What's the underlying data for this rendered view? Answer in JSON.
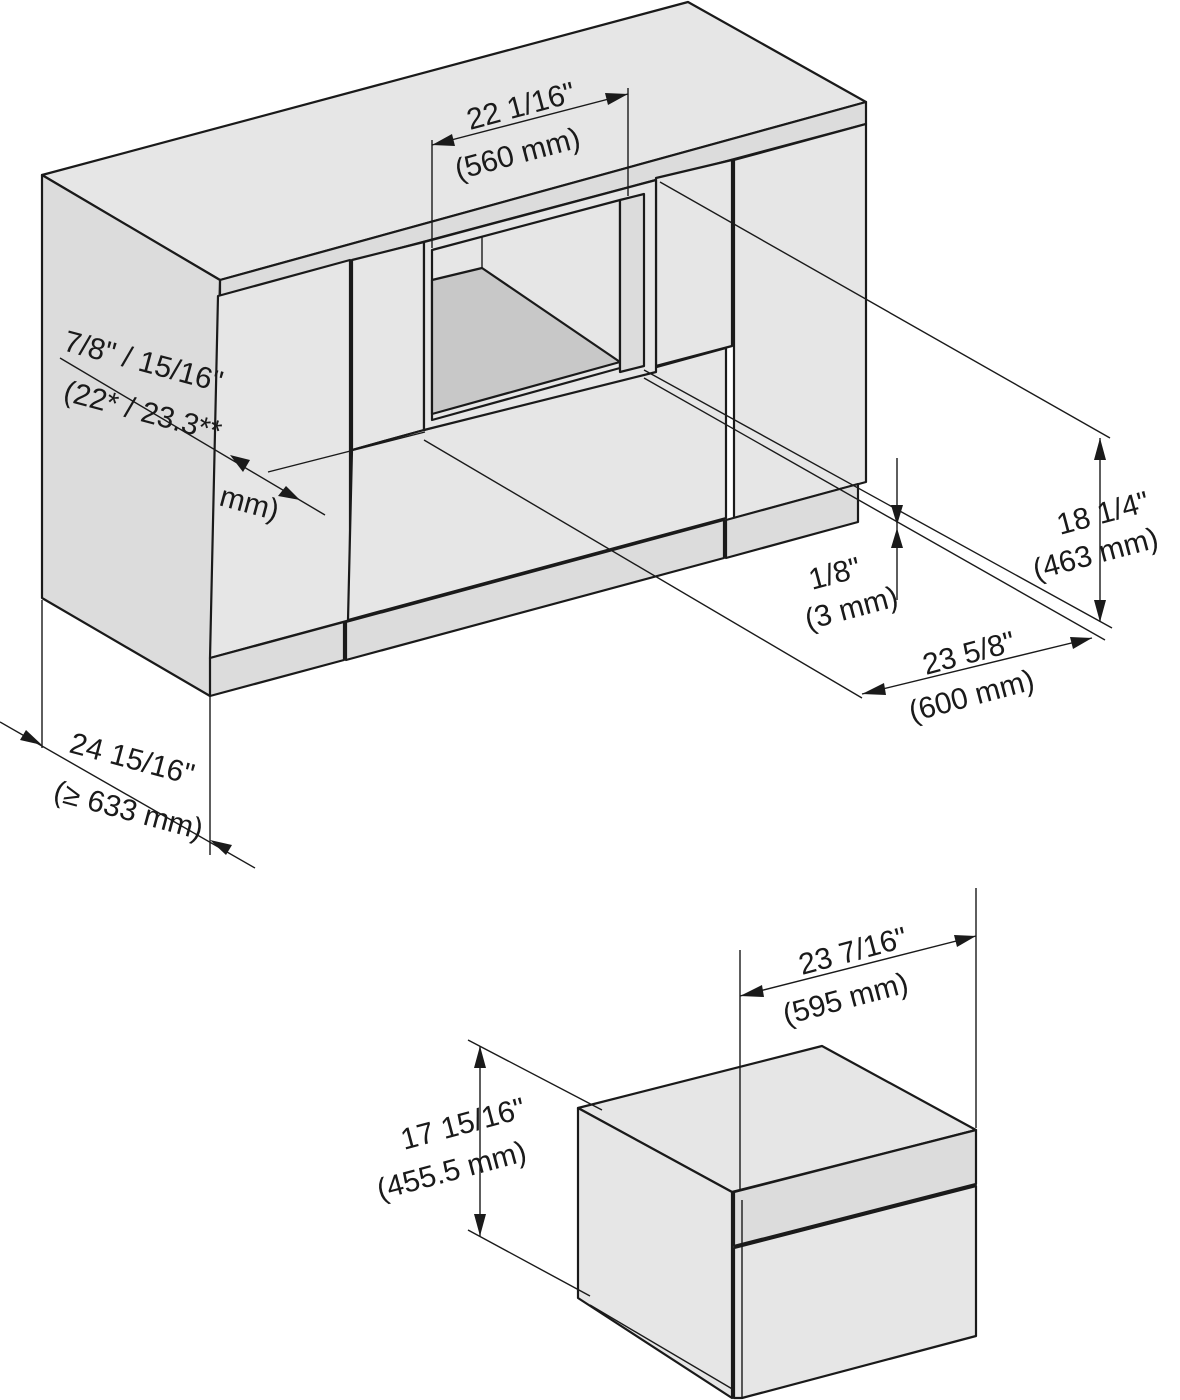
{
  "colors": {
    "face_light": "#e6e6e6",
    "face_mid": "#dcdcdc",
    "face_dark": "#c8c8c8",
    "line": "#1a1a1a",
    "background": "#ffffff"
  },
  "cabinet": {
    "niche_width": {
      "imperial": "22 1/16\"",
      "metric": "(560 mm)"
    },
    "front_thickness": {
      "imperial": "7/8\" / 15/16\"",
      "metric_a": "(22* / 23.3**",
      "metric_b": "mm)"
    },
    "niche_height": {
      "imperial": "18 1/4\"",
      "metric": "(463 mm)"
    },
    "gap": {
      "imperial": "1/8\"",
      "metric": "(3 mm)"
    },
    "niche_depth": {
      "imperial": "23 5/8\"",
      "metric": "(600 mm)"
    },
    "cabinet_depth": {
      "imperial": "24 15/16\"",
      "metric": "(≥ 633 mm)"
    }
  },
  "appliance": {
    "width": {
      "imperial": "23 7/16\"",
      "metric": "(595 mm)"
    },
    "height": {
      "imperial": "17 15/16\"",
      "metric": "(455.5 mm)"
    }
  }
}
